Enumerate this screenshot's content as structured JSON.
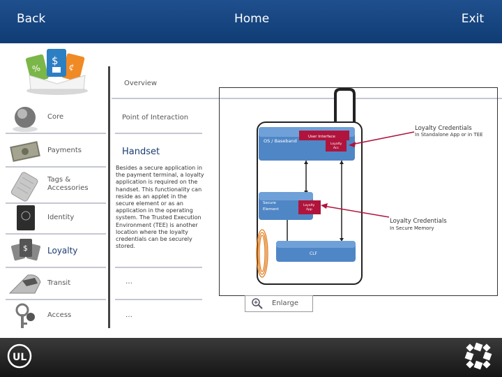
{
  "header": {
    "back": "Back",
    "home": "Home",
    "exit": "Exit"
  },
  "hero": {
    "overview": "Overview"
  },
  "sidebar": {
    "items": [
      {
        "label": "Core",
        "icon": "globe-icon"
      },
      {
        "label": "Payments",
        "icon": "cash-icon"
      },
      {
        "label": "Tags &\nAccessories",
        "icon": "tags-icon"
      },
      {
        "label": "Identity",
        "icon": "passport-icon"
      },
      {
        "label": "Loyalty",
        "icon": "loyalty-cards-icon"
      },
      {
        "label": "Transit",
        "icon": "train-icon"
      },
      {
        "label": "Access",
        "icon": "keys-icon"
      }
    ]
  },
  "middle": {
    "point_of_interaction": "Point of Interaction",
    "handset": "Handset",
    "description": "Besides a secure application in the payment terminal, a loyalty application is required on the handset. This functionality can reside as an applet in the secure element or as an application in the operating system. The Trusted Execution Environment (TEE) is another location where the loyalty credentials can be securely stored.",
    "ellipsis_1": "…",
    "ellipsis_2": "…"
  },
  "diagram": {
    "os_baseband": "OS / Baseband",
    "user_interface": "User Interface",
    "loyalty_acc": "Loyalty\nAcc",
    "secure_element": "Secure\nElement",
    "loyalty_app": "Loyalty\nApp",
    "clf": "CLF",
    "callout_1_title": "Loyalty Credentials",
    "callout_1_sub": "In Standalone App or in TEE",
    "callout_2_title": "Loyalty Credentials",
    "callout_2_sub": "In Secure Memory"
  },
  "enlarge": {
    "label": "Enlarge",
    "icon": "magnifier-plus-icon"
  },
  "footer": {
    "logo": "UL",
    "mark_icon": "pinwheel-icon"
  },
  "colors": {
    "header_blue": "#15457f",
    "accent_red": "#b0143c",
    "module_blue": "#3f78bd"
  }
}
